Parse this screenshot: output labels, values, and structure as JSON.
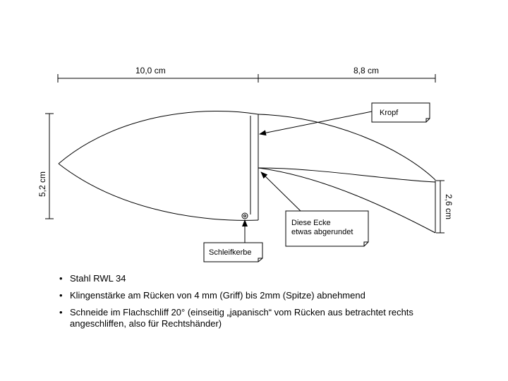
{
  "dimensions": {
    "top_left": "10,0 cm",
    "top_right": "8,8 cm",
    "left_height": "5,2 cm",
    "right_height": "2,6 cm"
  },
  "callouts": {
    "kropf": "Kropf",
    "ecke_line1": "Diese Ecke",
    "ecke_line2": "etwas abgerundet",
    "schleifkerbe": "Schleifkerbe"
  },
  "notes": {
    "bullet_symbol": "•",
    "items": [
      {
        "text": "Stahl RWL 34"
      },
      {
        "text": "Klingenstärke am Rücken von 4 mm (Griff) bis 2mm (Spitze) abnehmend"
      },
      {
        "text": "Schneide im Flachschliff 20° (einseitig „japanisch“ vom Rücken aus betrachtet rechts angeschliffen, also für Rechtshänder)"
      }
    ]
  }
}
